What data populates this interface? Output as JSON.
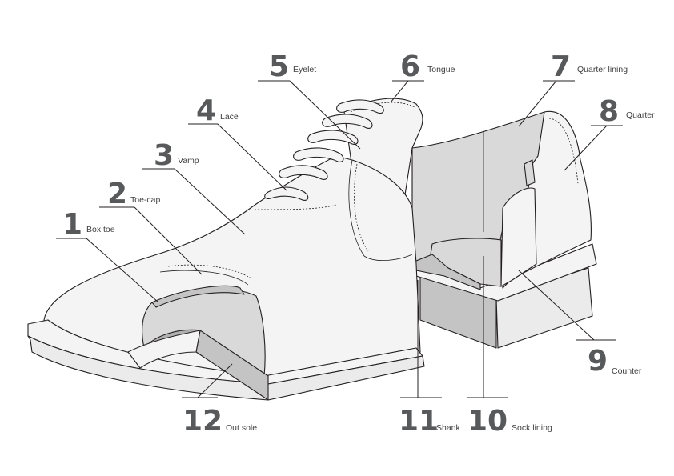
{
  "parts": [
    {
      "number": "1",
      "name": "Box toe"
    },
    {
      "number": "2",
      "name": "Toe-cap"
    },
    {
      "number": "3",
      "name": "Vamp"
    },
    {
      "number": "4",
      "name": "Lace"
    },
    {
      "number": "5",
      "name": "Eyelet"
    },
    {
      "number": "6",
      "name": "Tongue"
    },
    {
      "number": "7",
      "name": "Quarter lining"
    },
    {
      "number": "8",
      "name": "Quarter"
    },
    {
      "number": "9",
      "name": "Counter"
    },
    {
      "number": "10",
      "name": "Sock lining"
    },
    {
      "number": "11",
      "name": "Shank"
    },
    {
      "number": "12",
      "name": "Out sole"
    }
  ]
}
